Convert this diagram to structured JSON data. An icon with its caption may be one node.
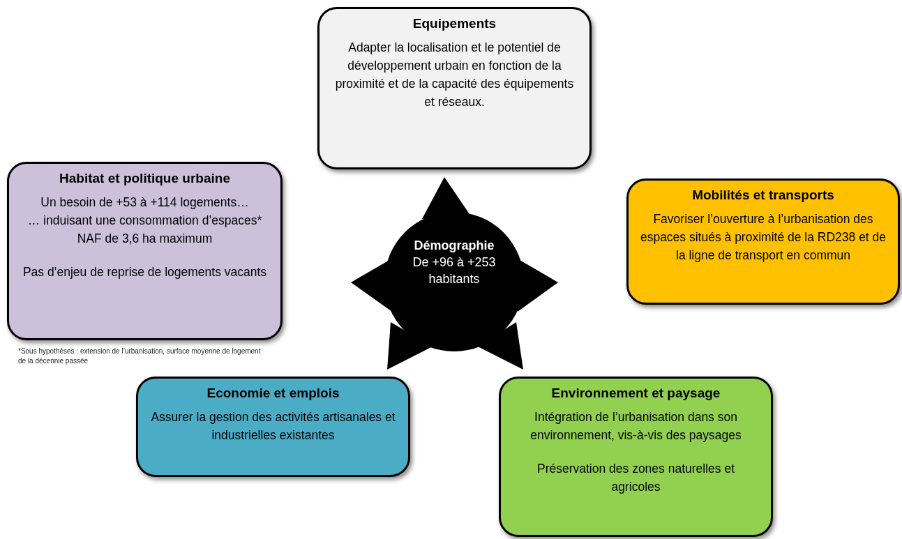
{
  "diagram": {
    "nodes": [
      {
        "text": [
          "Equipements",
          "Adapter la localisation et le potentiel de développement urbain en fonction de la proximité et de la capacité des équipements et réseaux."
        ]
      },
      {
        "text": [
          "Habitat et politique urbaine",
          "Un besoin de +53 à +114 logements…",
          "… induisant une consommation d’espaces* NAF de 3,6 ha maximum",
          "Pas d’enjeu de reprise de logements vacants"
        ],
        "beside": [
          "*Sous hypothèses : extension de l’urbanisation, surface moyenne de logement de la décennie passée"
        ]
      },
      {
        "text": [
          "Démographie",
          "De +96 à +253 habitants"
        ]
      },
      {
        "text": [
          "Mobilités et transports",
          "Favoriser l’ouverture à l’urbanisation des espaces situés à proximité de la RD238 et de la ligne de transport en commun"
        ]
      },
      {
        "text": [
          "Economie et emplois",
          "Assurer la gestion des activités artisanales et industrielles existantes"
        ]
      },
      {
        "text": [
          "Environnement et paysage",
          "Intégration de l’urbanisation dans son environnement, vis-à-vis des paysages",
          "Préservation des zones naturelles et agricoles"
        ]
      }
    ]
  }
}
